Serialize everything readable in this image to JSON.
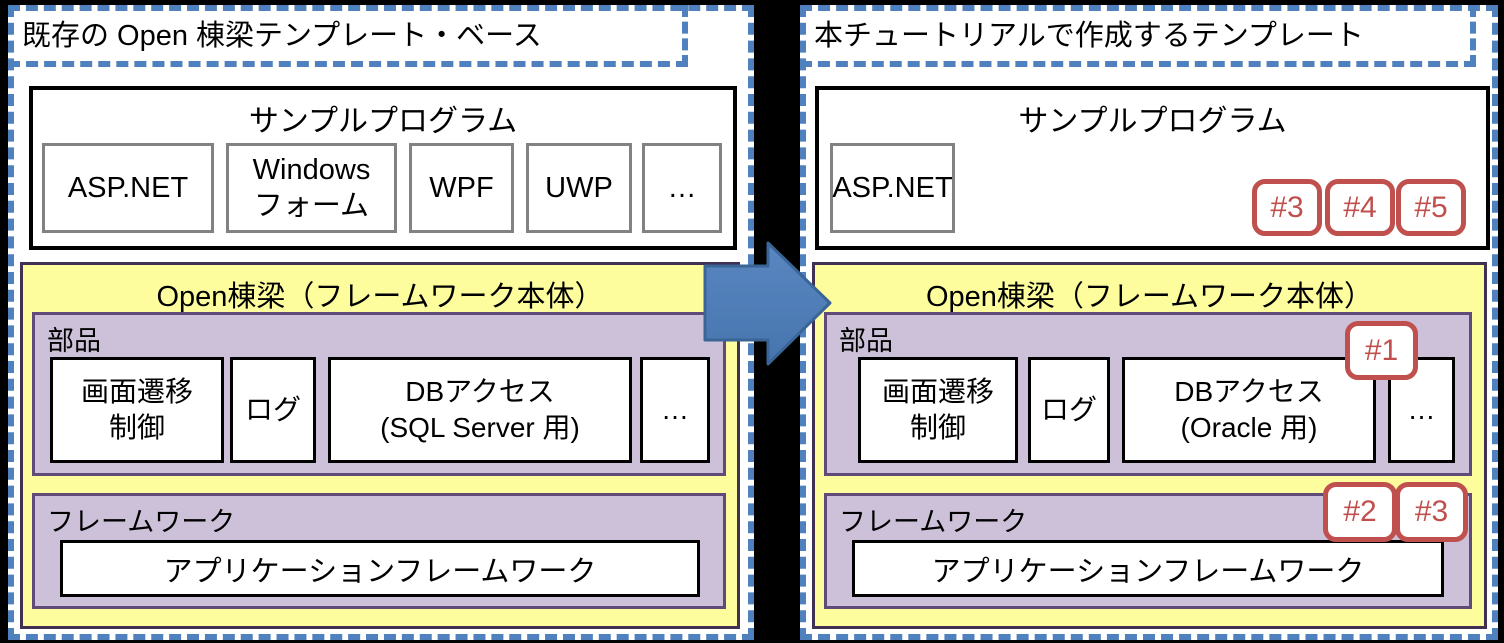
{
  "colors": {
    "background": "#000000",
    "panel_background": "#FFFFFF",
    "dashed_border_blue": "#4E81BD",
    "arrow_fill": "#4F81BD",
    "arrow_border": "#3A6596",
    "yellow_fill": "#FDFD9E",
    "yellow_border": "#403152",
    "purple_fill": "#CCC1D9",
    "purple_border": "#5F4A7A",
    "gray_item_border": "#828282",
    "badge_red": "#C0504D"
  },
  "arrow": {
    "icon": "right-block-arrow"
  },
  "left_panel": {
    "title": "既存の Open 棟梁テンプレート・ベース",
    "sample": {
      "title": "サンプルプログラム",
      "items": [
        "ASP.NET",
        "Windows\nフォーム",
        "WPF",
        "UWP",
        "…"
      ]
    },
    "framework_body": {
      "title": "Open棟梁（フレームワーク本体）",
      "parts": {
        "label": "部品",
        "items": [
          "画面遷移\n制御",
          "ログ",
          "DBアクセス\n(SQL Server 用)",
          "…"
        ]
      },
      "framework": {
        "label": "フレームワーク",
        "item": "アプリケーションフレームワーク"
      }
    }
  },
  "right_panel": {
    "title": "本チュートリアルで作成するテンプレート",
    "sample": {
      "title": "サンプルプログラム",
      "items": [
        "ASP.NET"
      ],
      "badges": [
        "#3",
        "#4",
        "#5"
      ]
    },
    "framework_body": {
      "title": "Open棟梁（フレームワーク本体）",
      "parts": {
        "label": "部品",
        "items": [
          "画面遷移\n制御",
          "ログ",
          "DBアクセス\n(Oracle 用)",
          "…"
        ],
        "badge": "#1"
      },
      "framework": {
        "label": "フレームワーク",
        "item": "アプリケーションフレームワーク",
        "badges": [
          "#2",
          "#3"
        ]
      }
    }
  }
}
